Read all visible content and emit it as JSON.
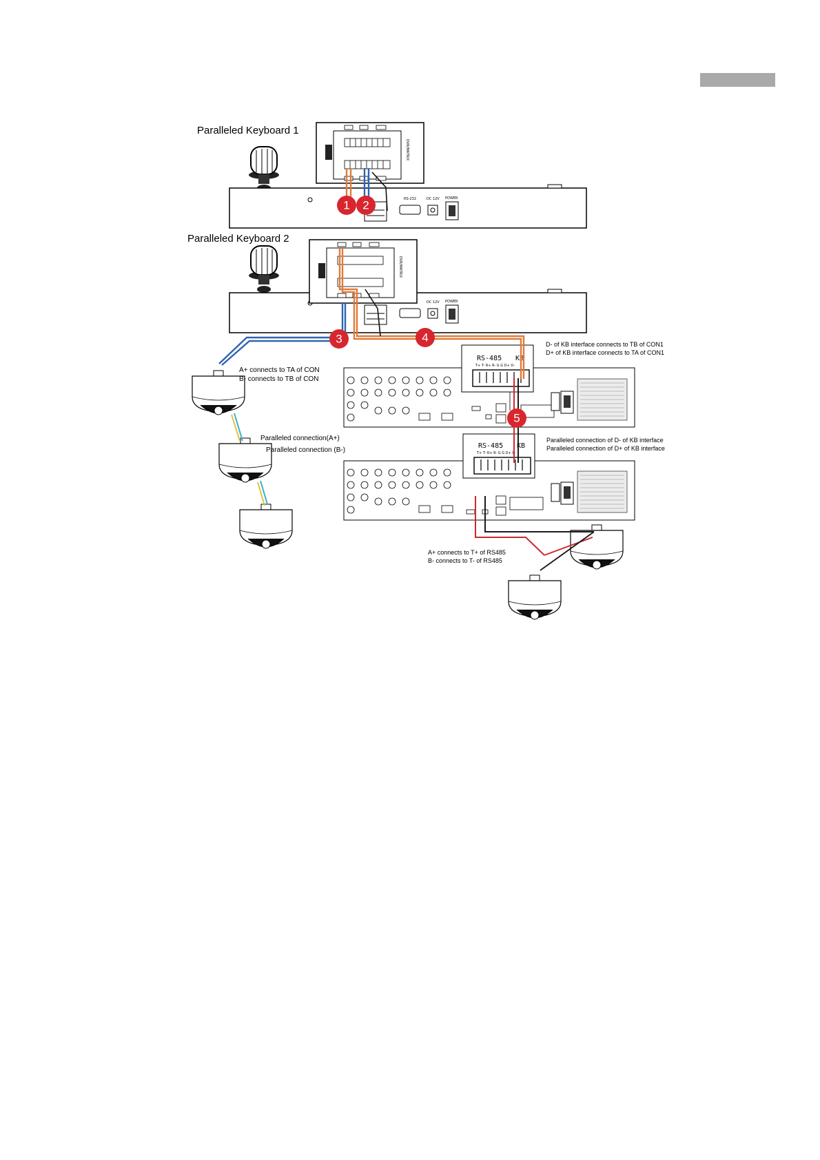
{
  "colors": {
    "page_tab": "#a9a9a9",
    "wire_orange": "#e07a3a",
    "wire_blue": "#2e64b0",
    "wire_red": "#d0262c",
    "wire_black": "#1a1a1a",
    "wire_yellow": "#e0c33a",
    "wire_cyan": "#3ab1c8",
    "badge": "#d8262e"
  },
  "keyboards": [
    {
      "title": "Paralleled Keyboard 1",
      "rs232": "RS-232",
      "dc": "DC 12V",
      "power": "POWER",
      "module": "DVR/MATRIX"
    },
    {
      "title": "Paralleled Keyboard 2",
      "dc": "DC 12V",
      "power": "POWER",
      "module": "DVR/MATRIX"
    }
  ],
  "badges": [
    "1",
    "2",
    "3",
    "4",
    "5"
  ],
  "dvr_panels": [
    {
      "rs485_label": "RS-485",
      "kb_label": "KB",
      "pins": "T+ T- R+ R- G G  D+ D-"
    },
    {
      "rs485_label": "RS-485",
      "kb_label": "KB",
      "pins": "T+ T- R+ R- G G  D+ D-"
    }
  ],
  "notes": {
    "kb_con1_line1": "D- of KB interface connects to TB of CON1",
    "kb_con1_line2": "D+ of KB interface connects to TA of CON1",
    "con_line1": "A+ connects to TA of CON",
    "con_line2": "B-  connects to TB of CON",
    "parallel_a": "Paralleled connection(A+)",
    "parallel_b": "Paralleled connection (B-)",
    "kb_parallel_line1": "Paralleled connection of D- of KB interface",
    "kb_parallel_line2": "Paralleled connection of D+ of KB interface",
    "rs485_line1": "A+ connects to T+ of RS485",
    "rs485_line2": "B-  connects to T- of RS485"
  }
}
